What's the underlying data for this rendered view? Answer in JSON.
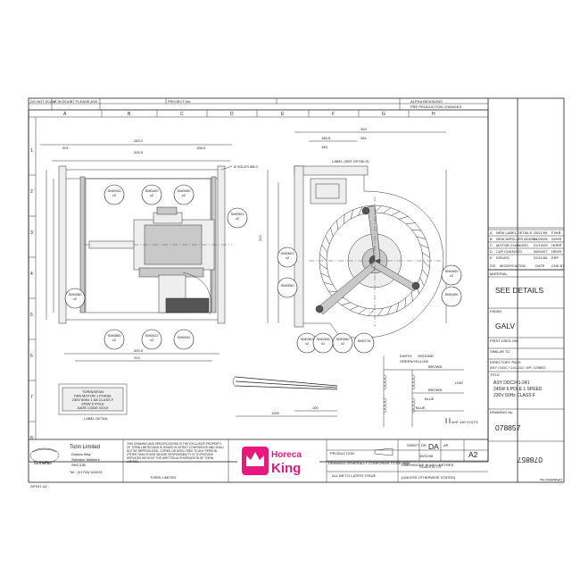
{
  "header": {
    "do_not_scale": "DO NOT SCALE",
    "if_in_doubt": "IF IN DOUBT PLEASE ASK",
    "project_no": "PROJECT No:",
    "alpha_revisions": "ALPHA REVISIONS",
    "pre_production_changes": "PRE PRODUCTION CHANGES"
  },
  "grid": {
    "columns": [
      "A",
      "B",
      "C",
      "D",
      "E",
      "F",
      "G",
      "H"
    ],
    "rows": [
      "1",
      "2",
      "3",
      "4",
      "5",
      "6",
      "7",
      "8"
    ]
  },
  "dimensions": {
    "d_283": "283.2",
    "d_326": "326.5",
    "d_301": "301",
    "d_198": "198.5",
    "d_188": "188.5",
    "d_222": "222",
    "d_1100": "1100",
    "d_300_5": "300.5",
    "d_223": "223",
    "d_300": "300",
    "d_284": "284",
    "d_183": "183",
    "d_1000": "1000",
    "holes": "8 HOLES Ø8.0"
  },
  "callouts": {
    "c1": "SM0040 x2",
    "c2": "SM0400 x2",
    "c3": "SM0050 x2",
    "c4": "SM0501 x2",
    "c5": "SM0050 x2",
    "c6": "SM0860 x2",
    "c7": "SM0022 x2",
    "c8": "SM0042",
    "c9": "SM0603 x2",
    "c10": "SM0050",
    "c11": "SM0605 x2",
    "c12": "SM0400",
    "c13": "SM0063 x2",
    "c14": "SM0405 x1",
    "c15": "SM0060 x2",
    "c16": "SM0715"
  },
  "labels": {
    "label_details": "LABEL (SEE DETAILS)",
    "label_detail_title": "LABEL DETAIL",
    "nameplate_lines": [
      "TORINSIFAN",
      "FAN MOTOR 1 PHASE",
      "230V 50Hz 1.5A CLASS F",
      "245W 6 POLE",
      "DATE CODE XXXX"
    ],
    "cable_1000": "1000",
    "cable_100": "100"
  },
  "wiring": {
    "earth": "EARTH",
    "ground": "GROUND",
    "green_yellow": "GREEN/YELLOW",
    "brown_1": "BROWN",
    "brown_2": "BROWN",
    "line": "LINE",
    "blue_1": "BLUE",
    "blue_2": "BLUE",
    "capacitor": "4mF 440 VOLTS"
  },
  "revisions": {
    "rows": [
      [
        "A",
        "NEW LABEL DETAILS",
        "28/11/06",
        "FXKB"
      ],
      [
        "B",
        "NEW IMPELLER ADDED",
        "04/09/08",
        "SHHR"
      ],
      [
        "C",
        "MOTOR CHANGED",
        "01/10/09",
        "HHRR"
      ],
      [
        "D",
        "CAP CHANGED",
        "06/04/07",
        "HEKR"
      ],
      [
        "E",
        "ISSUED",
        "22/11/06",
        "ERP"
      ]
    ],
    "iss": "ISS",
    "modification": "MODIFICATION",
    "date": "DATE",
    "chk": "CHK BY"
  },
  "title_block": {
    "material_label": "MATERIAL",
    "material": "SEE DETAILS",
    "finish_label": "FINISH",
    "finish": "GALV",
    "first_used_on": "FIRST USED ON",
    "similar_to": "SIMILAR TO",
    "directory_path_label": "DIRECTORY PATH",
    "directory_path": "ASY / DDC / 241-241 / 6P / 078857",
    "title_label": "TITLE",
    "title_1": "ASY DDC241-241",
    "title_2": "245W 6 POLE 1 SPEED",
    "title_3": "230V 50Hz CLASS F",
    "drawing_no_label": "DRAWING No",
    "drawing_no": "078857",
    "drawing_no_rot": "078857",
    "drawing_no_rot_label": "DRAWING No",
    "dr": "DR",
    "dr_value": "DA",
    "ap": "AP",
    "size": "A2",
    "scale": "SCALE  N.T.S",
    "dims_mm": "DIMENSIONS IN MILLIMETRES",
    "all_br": "ALL BR TO LATEST ISSUE",
    "unless": "(UNLESS OTHERWISE STATED)",
    "production": "PRODUCTION",
    "drawing_generally": "DRAWING GENERALLY CONFORMS TO BS 8888",
    "sheet": "SHEET",
    "date_value": "30/11/06"
  },
  "company": {
    "name": "Torin Limited",
    "address_1": "Drakes Way",
    "address_2": "Swindon Wiltshire",
    "address_3": "SN3 3JB",
    "tel": "Tel : (01793) 524291",
    "brand": "torinsifan",
    "copyright": "THIS DRAWING AND SPECIFICATIONS IS THE EXCLUSIVE PROPERTY OF TORIN LIMITED AND IS ISSUED IN STRICT CONFIDENCE AND SHALL NOT BE REPRODUCED, COPIED OR DISCLOSED TO ANY PERSON OTHER THAN THOSE WHOSE RESPONSIBILITY IS TO PROVIDE SERVICES WITHOUT THE WRITTEN AUTHORISATION OF TORIN LIMITED.",
    "copyright_tag": "TORIN LIMITED"
  },
  "logo": {
    "line1": "Horeca",
    "line2": "King",
    "color": "#e8197d"
  },
  "footer": {
    "ref": "DPS47-A2"
  }
}
